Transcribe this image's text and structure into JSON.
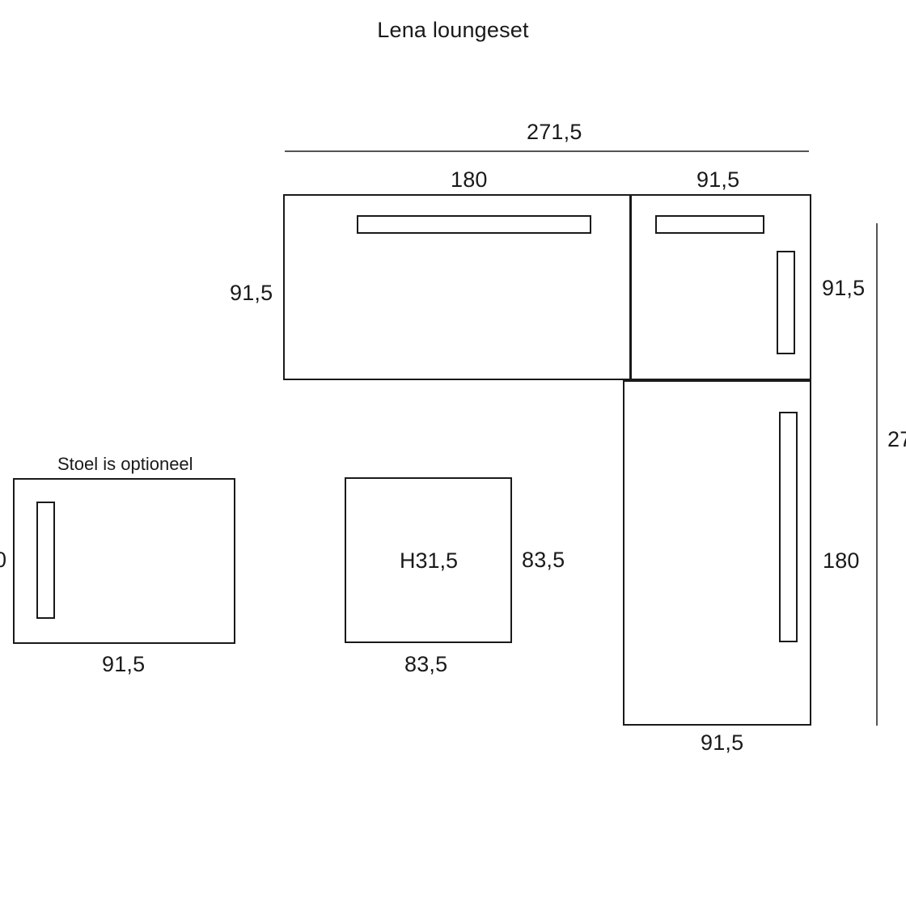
{
  "drawing": {
    "title": "Lena loungeset",
    "note_chair": "Stoel is optioneel",
    "dimensions": {
      "overall_width": "271,5",
      "overall_depth_clipped": "27",
      "sofa_width": "180",
      "corner_width": "91,5",
      "sofa_depth_left": "91,5",
      "corner_depth_right": "91,5",
      "right_module_length": "180",
      "right_module_width": "91,5",
      "chair_width": "91,5",
      "chair_depth_clipped": "0",
      "table_width": "83,5",
      "table_depth": "83,5",
      "table_height": "H31,5"
    }
  },
  "units": "cm",
  "colors": {
    "stroke": "#1a1a1a",
    "dimension_line": "#555555",
    "background": "#ffffff"
  }
}
